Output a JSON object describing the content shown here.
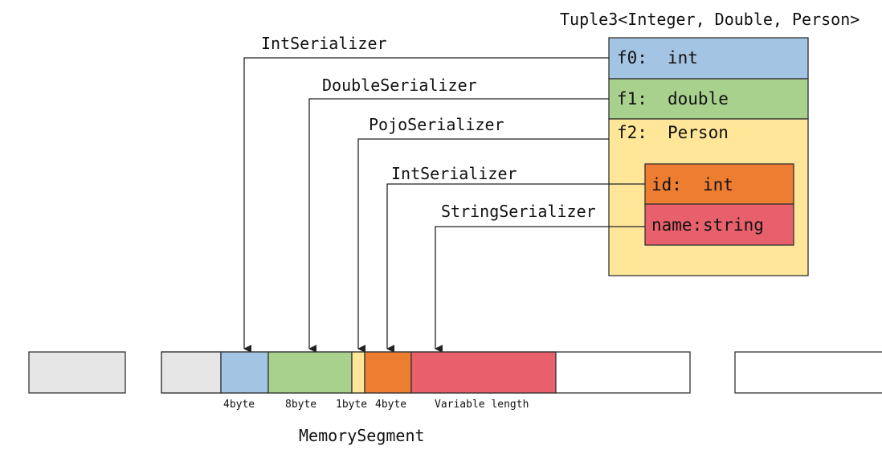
{
  "tuple_title": "Tuple3<Integer, Double, Person>",
  "fields": {
    "f0": {
      "name": "f0:",
      "type": "int"
    },
    "f1": {
      "name": "f1:",
      "type": "double"
    },
    "f2": {
      "name": "f2:",
      "type": "Person"
    }
  },
  "person_fields": {
    "id": {
      "name": "id:",
      "type": "int"
    },
    "name": {
      "name": "name:",
      "type": "string"
    }
  },
  "serializers": {
    "f0": "IntSerializer",
    "f1": "DoubleSerializer",
    "f2": "PojoSerializer",
    "id": "IntSerializer",
    "name": "StringSerializer"
  },
  "segment_sizes": {
    "f0": "4byte",
    "f1": "8byte",
    "f2": "1byte",
    "id": "4byte",
    "name": "Variable length"
  },
  "memory_segment_label": "MemorySegment",
  "colors": {
    "int": "#a4c4e4",
    "double": "#a9d18e",
    "person": "#ffe699",
    "id": "#ed7d31",
    "name": "#e8606c",
    "segment_gray": "#e6e6e6"
  }
}
